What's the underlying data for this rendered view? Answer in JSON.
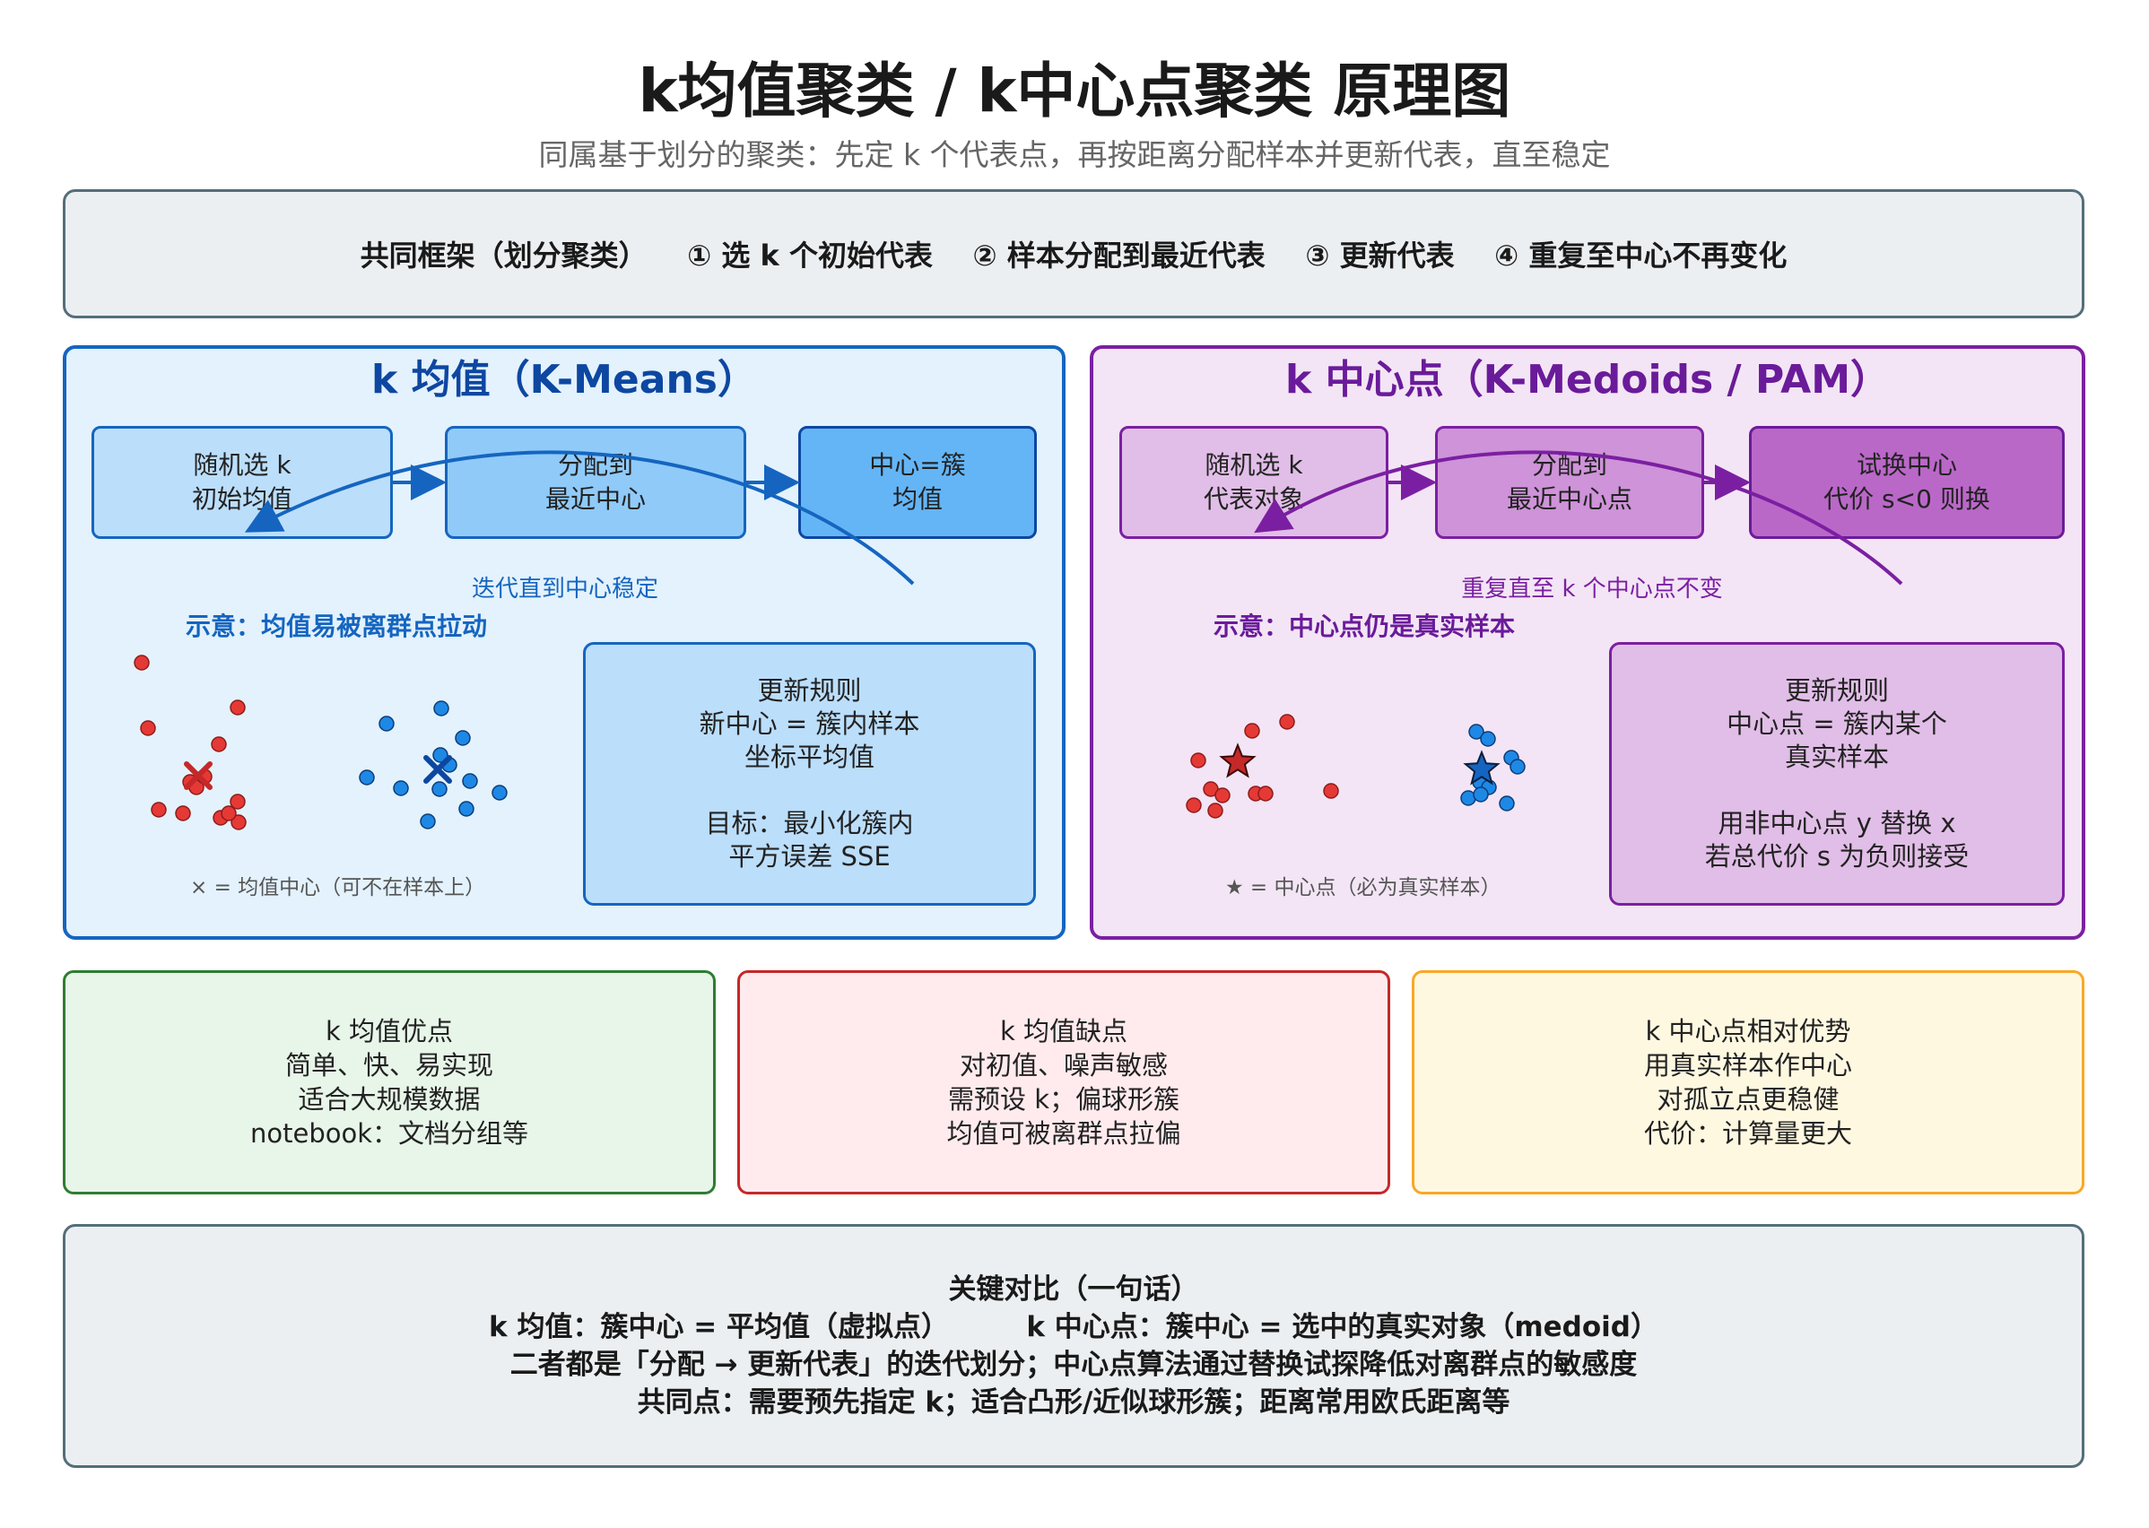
{
  "title": "k均值聚类 / k中心点聚类 原理图",
  "subtitle": "同属基于划分的聚类：先定 k 个代表点，再按距离分配样本并更新代表，直至稳定",
  "framework": {
    "label": "共同框架（划分聚类）",
    "steps": [
      "① 选 k 个初始代表",
      "② 样本分配到最近代表",
      "③ 更新代表",
      "④ 重复至中心不再变化"
    ]
  },
  "kmeans": {
    "title": "k 均值（K-Means）",
    "steps": [
      "随机选 k\n初始均值",
      "分配到\n最近中心",
      "中心=簇\n均值"
    ],
    "loop_note": "迭代直到中心稳定",
    "demo_title": "示意：均值易被离群点拉动",
    "rule": "更新规则\n新中心 = 簇内样本\n坐标平均值\n\n目标：最小化簇内\n平方误差 SSE",
    "legend": "× = 均值中心（可不在样本上）",
    "colors": {
      "primary": "#1565c0",
      "fill": "#e3f2fd",
      "red": "#e53935",
      "blue": "#1e88e5"
    }
  },
  "kmedoids": {
    "title": "k 中心点（K-Medoids / PAM）",
    "steps": [
      "随机选 k\n代表对象",
      "分配到\n最近中心点",
      "试换中心\n代价 s<0 则换"
    ],
    "loop_note": "重复直至 k 个中心点不变",
    "demo_title": "示意：中心点仍是真实样本",
    "rule": "更新规则\n中心点 = 簇内某个\n真实样本\n\n用非中心点 y 替换 x\n若总代价 s 为负则接受",
    "legend": "★ = 中心点（必为真实样本）",
    "colors": {
      "primary": "#7b1fa2",
      "fill": "#f3e5f5"
    }
  },
  "cards": [
    {
      "text": "k 均值优点\n简单、快、易实现\n适合大规模数据\nnotebook：文档分组等",
      "border": "#2e7d32",
      "bg": "#e8f5e9"
    },
    {
      "text": "k 均值缺点\n对初值、噪声敏感\n需预设 k；偏球形簇\n均值可被离群点拉偏",
      "border": "#c62828",
      "bg": "#ffebee"
    },
    {
      "text": "k 中心点相对优势\n用真实样本作中心\n对孤立点更稳健\n代价：计算量更大",
      "border": "#f9a825",
      "bg": "#fff8e1"
    }
  ],
  "summary": {
    "heading": "关键对比（一句话）",
    "line1": "k 均值：簇中心 = 平均值（虚拟点）        k 中心点：簇中心 = 选中的真实对象（medoid）",
    "line2": "二者都是「分配 → 更新代表」的迭代划分；中心点算法通过替换试探降低对离群点的敏感度",
    "line3": "共同点：需要预先指定 k；适合凸形/近似球形簇；距离常用欧氏距离等"
  }
}
